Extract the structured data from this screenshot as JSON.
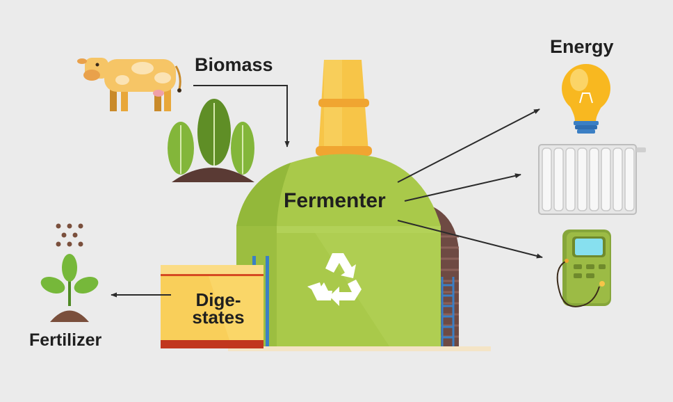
{
  "labels": {
    "biomass": "Biomass",
    "energy": "Energy",
    "fermenter": "Fermenter",
    "fertilizer": "Fertilizer",
    "digestates_line1": "Dige-",
    "digestates_line2": "states"
  },
  "icons": {
    "input_animal": "cow-icon",
    "input_plants": "plants-icon",
    "output_energy": "light-bulb-icon",
    "output_heat": "radiator-icon",
    "output_power": "power-meter-icon",
    "digester_symbol": "recycle-icon",
    "fertilizer_plant": "seedling-icon",
    "fertilizer_seeds": "seeds-icon"
  },
  "colors": {
    "background": "#ebebeb",
    "fermenter_green": "#a9c94a",
    "fermenter_dark_green": "#93b83a",
    "chimney_yellow": "#f7c548",
    "chimney_orange": "#f0a531",
    "digestate_tank": "#f9cf5a",
    "digestate_stripe": "#c1361e",
    "arrow": "#2b2b2b",
    "label_text": "#1f1f1f"
  }
}
